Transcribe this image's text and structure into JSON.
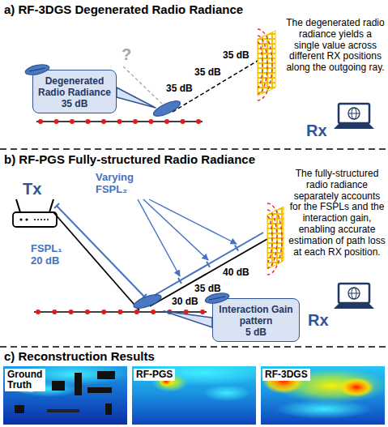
{
  "diagram": {
    "nodes": [
      {
        "text": [
          "Degenerated Radio Radiance",
          "35 dB"
        ]
      },
      {
        "text": [
          "Interaction Gain pattern",
          "5 dB"
        ]
      },
      {
        "text": [
          "Ground Truth"
        ]
      },
      {
        "text": [
          "RF-PGS"
        ]
      },
      {
        "text": [
          "RF-3DGS"
        ]
      }
    ],
    "labels": [
      "a) RF-3DGS Degenerated Radio Radiance",
      "The degenerated radio radiance yields a single value across different RX positions along the outgoing ray.",
      "?",
      "35 dB",
      "35 dB",
      "35 dB",
      "Rx",
      "b) RF-PGS Fully-structured Radio Radiance",
      "Tx",
      "FSPL₁ 20 dB",
      "Varying FSPL₂",
      "40 dB",
      "35 dB",
      "30 dB",
      "Rx",
      "The fully-structured radio radiance separately accounts for the FSPLs and the interaction gain, enabling accurate estimation of path loss at each RX position.",
      "c) Reconstruction Results"
    ]
  }
}
